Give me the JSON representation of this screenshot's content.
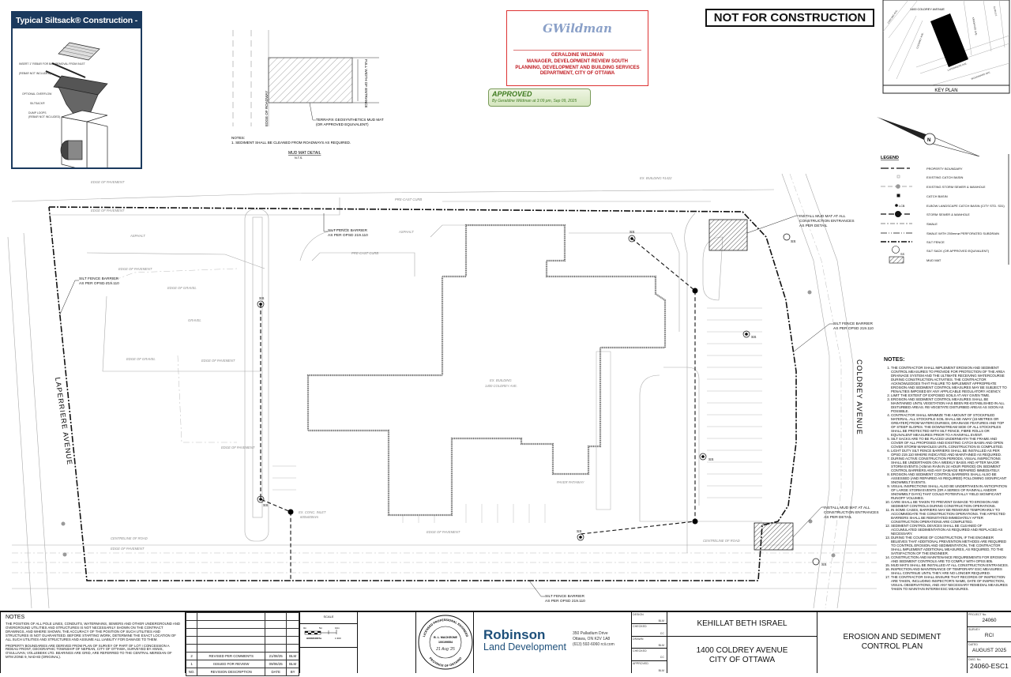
{
  "siltsack_detail": {
    "title": "Typical Siltsack® Construction - Type B",
    "labels": [
      "INSERT 1\" REBAR FOR BAG REMOVAL FROM INLET",
      "(REBAR NOT INCLUDED)",
      "OPTIONAL OVERFLOW",
      "SILTSACK®",
      "DUMP LOOPS",
      "(REBAR NOT INCLUDED)"
    ]
  },
  "mud_mat_detail": {
    "edge_label": "EDGE OF ROADWAY",
    "width_label": "FULL WIDTH OF ENTRANCE",
    "mat_label_1": "TERRAFIX GEOSYNTHETICS MUD MAT",
    "mat_label_2": "(OR APPROVED EQUIVALENT)",
    "notes_title": "NOTES:",
    "note_1": "1.   SEDIMENT SHALL BE CLEANED FROM ROADWAYS AS REQUIRED.",
    "title": "MUD MAT DETAIL",
    "scale": "N.T.S."
  },
  "approval": {
    "signature": "GWildman",
    "name": "GERALDINE WILDMAN",
    "role": "MANAGER, DEVELOPMENT REVIEW SOUTH",
    "dept_1": "PLANNING, DEVELOPMENT AND BUILDING SERVICES",
    "dept_2": "DEPARTMENT, CITY OF OTTAWA",
    "stamp_title": "APPROVED",
    "stamp_text": "By Geraldine Wildman at 3:09 pm, Sep 09, 2025",
    "colors": {
      "red": "#c0191f",
      "green": "#3e7a1f"
    }
  },
  "not_for_construction": "NOT FOR CONSTRUCTION",
  "key_plan": {
    "title": "KEY PLAN",
    "site_label": "1400 COLDREY AVENUE",
    "streets": [
      "CARLING AVE.",
      "COLDREY AVE.",
      "KIRKWOOD AVE.",
      "LAPERRIERE AVE.",
      "WOODWARD AVE.",
      "ALAN ST."
    ]
  },
  "legend": {
    "title": "LEGEND",
    "items": [
      {
        "symbol": "property-boundary",
        "label": "PROPERTY BOUNDARY"
      },
      {
        "symbol": "existing-catch-basin",
        "label": "EXISTING CATCH BASIN"
      },
      {
        "symbol": "existing-storm-sewer",
        "label": "EXISTING STORM SEWER & MANHOLE"
      },
      {
        "symbol": "catch-basin",
        "label": "CATCH BASIN"
      },
      {
        "symbol": "lcb",
        "code": "LCB",
        "label": "ELBOW LANDSCAPE CATCH BASIN (CITY STD. S31)"
      },
      {
        "symbol": "storm-sewer",
        "label": "STORM SEWER & MANHOLE"
      },
      {
        "symbol": "swale",
        "label": "SWALE"
      },
      {
        "symbol": "swale-subdrain",
        "label": "SWALE WITH 250mmø PERFORATED SUBDRAIN"
      },
      {
        "symbol": "silt-fence",
        "label": "SILT FENCE"
      },
      {
        "symbol": "silt-sack",
        "code": "SS",
        "label": "SILT SACK (OR APPROVED EQUIVALENT)"
      },
      {
        "symbol": "mud-mat",
        "label": "MUD MAT"
      }
    ]
  },
  "site_plan": {
    "building_label_1": "EX. BUILDING",
    "building_label_2": "1400 COLDREY AVE.",
    "neighbor_building": "EX. BUILDING #1422",
    "street_east": "COLDREY AVENUE",
    "street_west": "LAPERRIERE AVENUE",
    "asphalt": "ASPHALT",
    "gravel": "GRAVEL",
    "edge_of_pavement": "EDGE OF PAVEMENT",
    "edge_of_gravel": "EDGE OF GRAVEL",
    "centreline": "CENTRELINE OF ROAD",
    "precast_curb": "PRE-CAST CURB",
    "paver_pathway": "PAVER PATHWAY",
    "conc_inlet_1": "EX. CONC. INLET",
    "conc_inlet_2": "600x600mm",
    "silt_sack_code": "SS",
    "silt_fence_1": "SILT FENCE BARRIER",
    "silt_fence_2": "AS PER OPSD 219.110",
    "mud_mat_1": "INSTALL MUD MAT AT ALL",
    "mud_mat_2": "CONSTRUCTION ENTRANCES",
    "mud_mat_3": "AS PER DETAIL"
  },
  "notes": {
    "title": "NOTES:",
    "items": [
      "THE CONTRACTOR SHALL IMPLEMENT EROSION AND SEDIMENT CONTROL MEASURES TO PROVIDE FOR PROTECTION OF THE AREA DRAINAGE SYSTEM AND THE ULTIMATE RECEIVING WATERCOURSE DURING CONSTRUCTION ACTIVITIES. THE CONTRACTOR ACKNOWLEDGES THAT FAILURE TO IMPLEMENT APPROPRIATE EROSION AND SEDIMENT CONTROL MEASURES MAY BE SUBJECT TO PENALTIES IMPOSED BY ANY APPLICABLE REGULATORY AGENCY.",
      "LIMIT THE EXTENT OF EXPOSED SOILS AT ANY GIVEN TIME.",
      "EROSION AND SEDIMENT CONTROL MEASURES SHALL BE MAINTAINED UNTIL VEGETATION HAS BEEN RE-ESTABLISHED IN ALL DISTURBED AREAS. RE-VEGETATE DISTURBED AREAS AS SOON AS POSSIBLE.",
      "CONTRACTOR SHALL MINIMIZE THE AMOUNT OF STOCKPILED MATERIAL. ALL STOCKPILE SOIL SHALL BE AWAY (15 METRES OR GREATER) FROM WATERCOURSES, DRAINAGE FEATURES AND TOP OF STEEP SLOPES. THE DOWNSTREAM SIDE OF ALL STOCKPILES SHALL BE PROTECTED WITH SILT FENCE, FIBRE ROLLS OR EQUIVALENT MEASURES PRIOR TO A RAINFALL EVENT.",
      "SILT SACKS ARE TO BE PLACED UNDERNEATH THE FRAME AND COVER OF ALL PROPOSED AND EXISTING CATCH BASIN AND OPEN COVER STORM MANHOLES UNTIL CONSTRUCTION IS COMPLETED.",
      "LIGHT DUTY SILT FENCE BARRIERS SHALL BE INSTALLED AS PER OPSD 219.110 WHERE INDICATED AND MAINTAINED AS REQUIRED.",
      "DURING ACTIVE CONSTRUCTION PERIODS, VISUAL INSPECTIONS SHALL BE UNDERTAKEN ON A WEEKLY BASIS AND AFTER MAJOR STORM EVENTS (>25mm RAIN IN 24 HOUR PERIOD) ON SEDIMENT CONTROL BARRIERS AND ANY DAMAGE REPAIRED IMMEDIATELY.",
      "EROSION AND SEDIMENT CONTROL BARRIERS SHALL ALSO BE ASSESSED (AND REPAIRED AS REQUIRED) FOLLOWING SIGNIFICANT SNOWMELT EVENTS.",
      "VISUAL INSPECTIONS SHALL ALSO BE UNDERTAKEN IN ANTICIPATION OF LARGE STORM EVENTS (OR A SERIES OF RAINFALL AND/OR SNOWMELT DAYS) THAT COULD POTENTIALLY YIELD SIGNIFICANT RUNOFF VOLUMES.",
      "CARE SHALL BE TAKEN TO PREVENT DAMAGE TO EROSION AND SEDIMENT CONTROLS DURING CONSTRUCTION OPERATIONS.",
      "IN SOME CASES, BARRIERS MAY BE REMOVED TEMPORARILY TO ACCOMMODATE THE CONSTRUCTION OPERATIONS. THE AFFECTED BARRIERS SHALL BE REINSTATED IMMEDIATELY AFTER CONSTRUCTION OPERATIONS ARE COMPLETED.",
      "SEDIMENT CONTROL DEVICES SHALL BE CLEANED OF ACCUMULATED SEDIMENTATION AS REQUIRED AND REPLACED AS NECESSARY.",
      "DURING THE COURSE OF CONSTRUCTION, IF THE ENGINEER BELIEVES THAT ADDITIONAL PREVENTION METHODS ARE REQUIRED TO CONTROL EROSION AND SEDIMENTATION, THE CONTRACTOR SHALL IMPLEMENT ADDITIONAL MEASURES, AS REQUIRED, TO THE SATISFACTION OF THE ENGINEER.",
      "CONSTRUCTION AND MAINTENANCE REQUIREMENTS FOR EROSION AND SEDIMENT CONTROLS ARE TO COMPLY WITH OPSS 805.",
      "MUD MATS SHALL BE INSTALLED AT ALL CONSTRUCTION ENTRANCES.",
      "INSPECTION AND MAINTENANCE OF TEMPORARY ESC MEASURES SHALL CONTINUE UNTIL THEY ARE NO LONGER REQUIRED.",
      "THE CONTRACTOR SHALL ENSURE THAT RECORDS OF INSPECTION ARE TAKEN, INCLUDING INSPECTOR'S NAME, DATE OF INSPECTION, VISUAL OBSERVATIONS, AND ANY NECESSARY REMEDIAL MEASURES TAKEN TO MAINTAIN INTERIM ESC MEASURES."
    ]
  },
  "title_block": {
    "general_notes_title": "NOTES",
    "general_note_1": "THE POSITION OF ALL POLE LINES, CONDUITS, WATERMAINS, SEWERS AND OTHER UNDERGROUND AND OVERGROUND UTILITIES AND STRUCTURES IS NOT NECESSARILY SHOWN ON THE CONTRACT DRAWINGS, AND WHERE SHOWN, THE ACCURACY OF THE POSITION OF SUCH UTILITIES AND STRUCTURES IS NOT GUARANTEED. BEFORE STARTING WORK, DETERMINE THE EXACT LOCATION OF ALL SUCH UTILITIES AND STRUCTURES AND ASSUME ALL LIABILITY FOR DAMAGE TO THEM.",
    "general_note_2": "PROPERTY BOUNDARIES ARE DERIVED FROM PLAN OF SURVEY OF PART OF LOT I CONCESSION A RIDEAU FRONT, GEOGRAPHIC TOWNSHIP OF NEPEAN, CITY OF OTTAWA, SURVEYED BY ANNIS, O'SULLIVAN, VOLLEBEKK LTD. BEARINGS ARE GRID, ARE REFERRED TO THE CENTRAL MERIDIAN OF MTM ZONE 9, NAD-83 (ORIGINAL).",
    "revisions_header": {
      "no": "NO.",
      "desc": "REVISION DESCRIPTION",
      "date": "DATE",
      "by": "BY"
    },
    "revisions": [
      {
        "no": "2",
        "desc": "REVISED PER COMMENTS",
        "date": "21/08/25",
        "by": "BLM"
      },
      {
        "no": "1",
        "desc": "ISSUED FOR REVIEW",
        "date": "09/06/25",
        "by": "BLM"
      }
    ],
    "scale_title": "SCALE",
    "scale_ticks": [
      "0m",
      "5m",
      "10m"
    ],
    "scale_horizontal": "HORIZONTAL",
    "scale_ratio": "1:300",
    "seal": {
      "top": "LICENSED PROFESSIONAL ENGINEER",
      "name": "B. L. MACKEONE",
      "number": "100199554",
      "date": "21 Aug '25",
      "bottom": "PROVINCE OF ONTARIO"
    },
    "company_name": "Robinson",
    "company_sub": "Land Development",
    "company_address_1": "350 Palladium Drive",
    "company_address_2": "Ottawa, ON K2V 1A8",
    "company_contact": "(613) 592-6060  rcii.com",
    "brand_color": "#1d4f7a",
    "signoffs": [
      {
        "role": "DESIGN",
        "initials": "BLM"
      },
      {
        "role": "CHECKED",
        "initials": "CC"
      },
      {
        "role": "DRAWN",
        "initials": "BLM"
      },
      {
        "role": "CHECKED",
        "initials": "CC"
      },
      {
        "role": "APPROVED",
        "initials": "BLM"
      }
    ],
    "client": "KEHILLAT BETH ISRAEL",
    "address_1": "1400 COLDREY AVENUE",
    "address_2": "CITY OF OTTAWA",
    "drawing_title_1": "EROSION AND SEDIMENT",
    "drawing_title_2": "CONTROL PLAN",
    "project_no_label": "PROJECT No.",
    "project_no": "24060",
    "survey_label": "SURVEY",
    "survey": "RCI",
    "dated_label": "DATED",
    "dated": "AUGUST 2025",
    "dwg_no_label": "DWG. No.",
    "dwg_no": "24060-ESC1"
  }
}
